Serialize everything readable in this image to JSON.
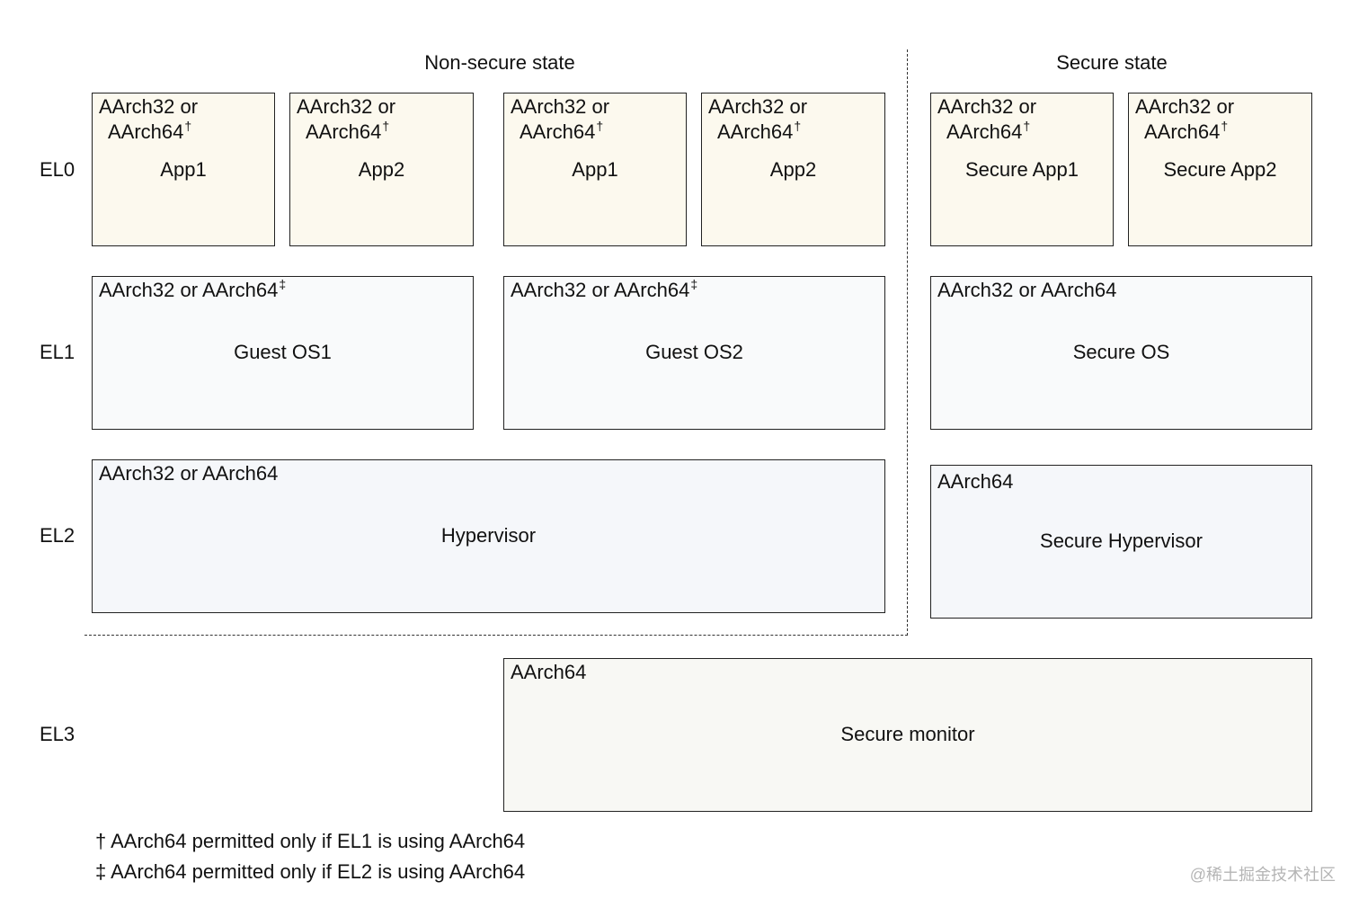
{
  "headers": {
    "non_secure": "Non-secure state",
    "secure": "Secure state"
  },
  "levels": {
    "el0": "EL0",
    "el1": "EL1",
    "el2": "EL2",
    "el3": "EL3"
  },
  "el0_apps": [
    {
      "line1": "AArch32 or",
      "line2": "AArch64",
      "mark": "†",
      "name": "App1"
    },
    {
      "line1": "AArch32 or",
      "line2": "AArch64",
      "mark": "†",
      "name": "App2"
    },
    {
      "line1": "AArch32 or",
      "line2": "AArch64",
      "mark": "†",
      "name": "App1"
    },
    {
      "line1": "AArch32 or",
      "line2": "AArch64",
      "mark": "†",
      "name": "App2"
    },
    {
      "line1": "AArch32 or",
      "line2": "AArch64",
      "mark": "†",
      "name": "Secure App1"
    },
    {
      "line1": "AArch32 or",
      "line2": "AArch64",
      "mark": "†",
      "name": "Secure App2"
    }
  ],
  "el1_os": [
    {
      "arch": "AArch32 or AArch64",
      "mark": "‡",
      "name": "Guest OS1"
    },
    {
      "arch": "AArch32 or AArch64",
      "mark": "‡",
      "name": "Guest OS2"
    },
    {
      "arch": "AArch32 or AArch64",
      "mark": "",
      "name": "Secure OS"
    }
  ],
  "el2": {
    "hypervisor": {
      "arch": "AArch32 or AArch64",
      "name": "Hypervisor"
    },
    "secure_hypervisor": {
      "arch": "AArch64",
      "name": "Secure Hypervisor"
    }
  },
  "el3": {
    "monitor": {
      "arch": "AArch64",
      "name": "Secure monitor"
    }
  },
  "footnotes": [
    "† AArch64 permitted only if EL1 is using AArch64",
    "‡ AArch64 permitted only if EL2 is using AArch64"
  ],
  "watermark": "@稀土掘金技术社区",
  "colors": {
    "app_fill": "#fcf9ee",
    "os_fill": "#f9fafb",
    "hypervisor_fill": "#f5f7fa",
    "monitor_fill": "#f8f8f4",
    "border": "#222222"
  }
}
